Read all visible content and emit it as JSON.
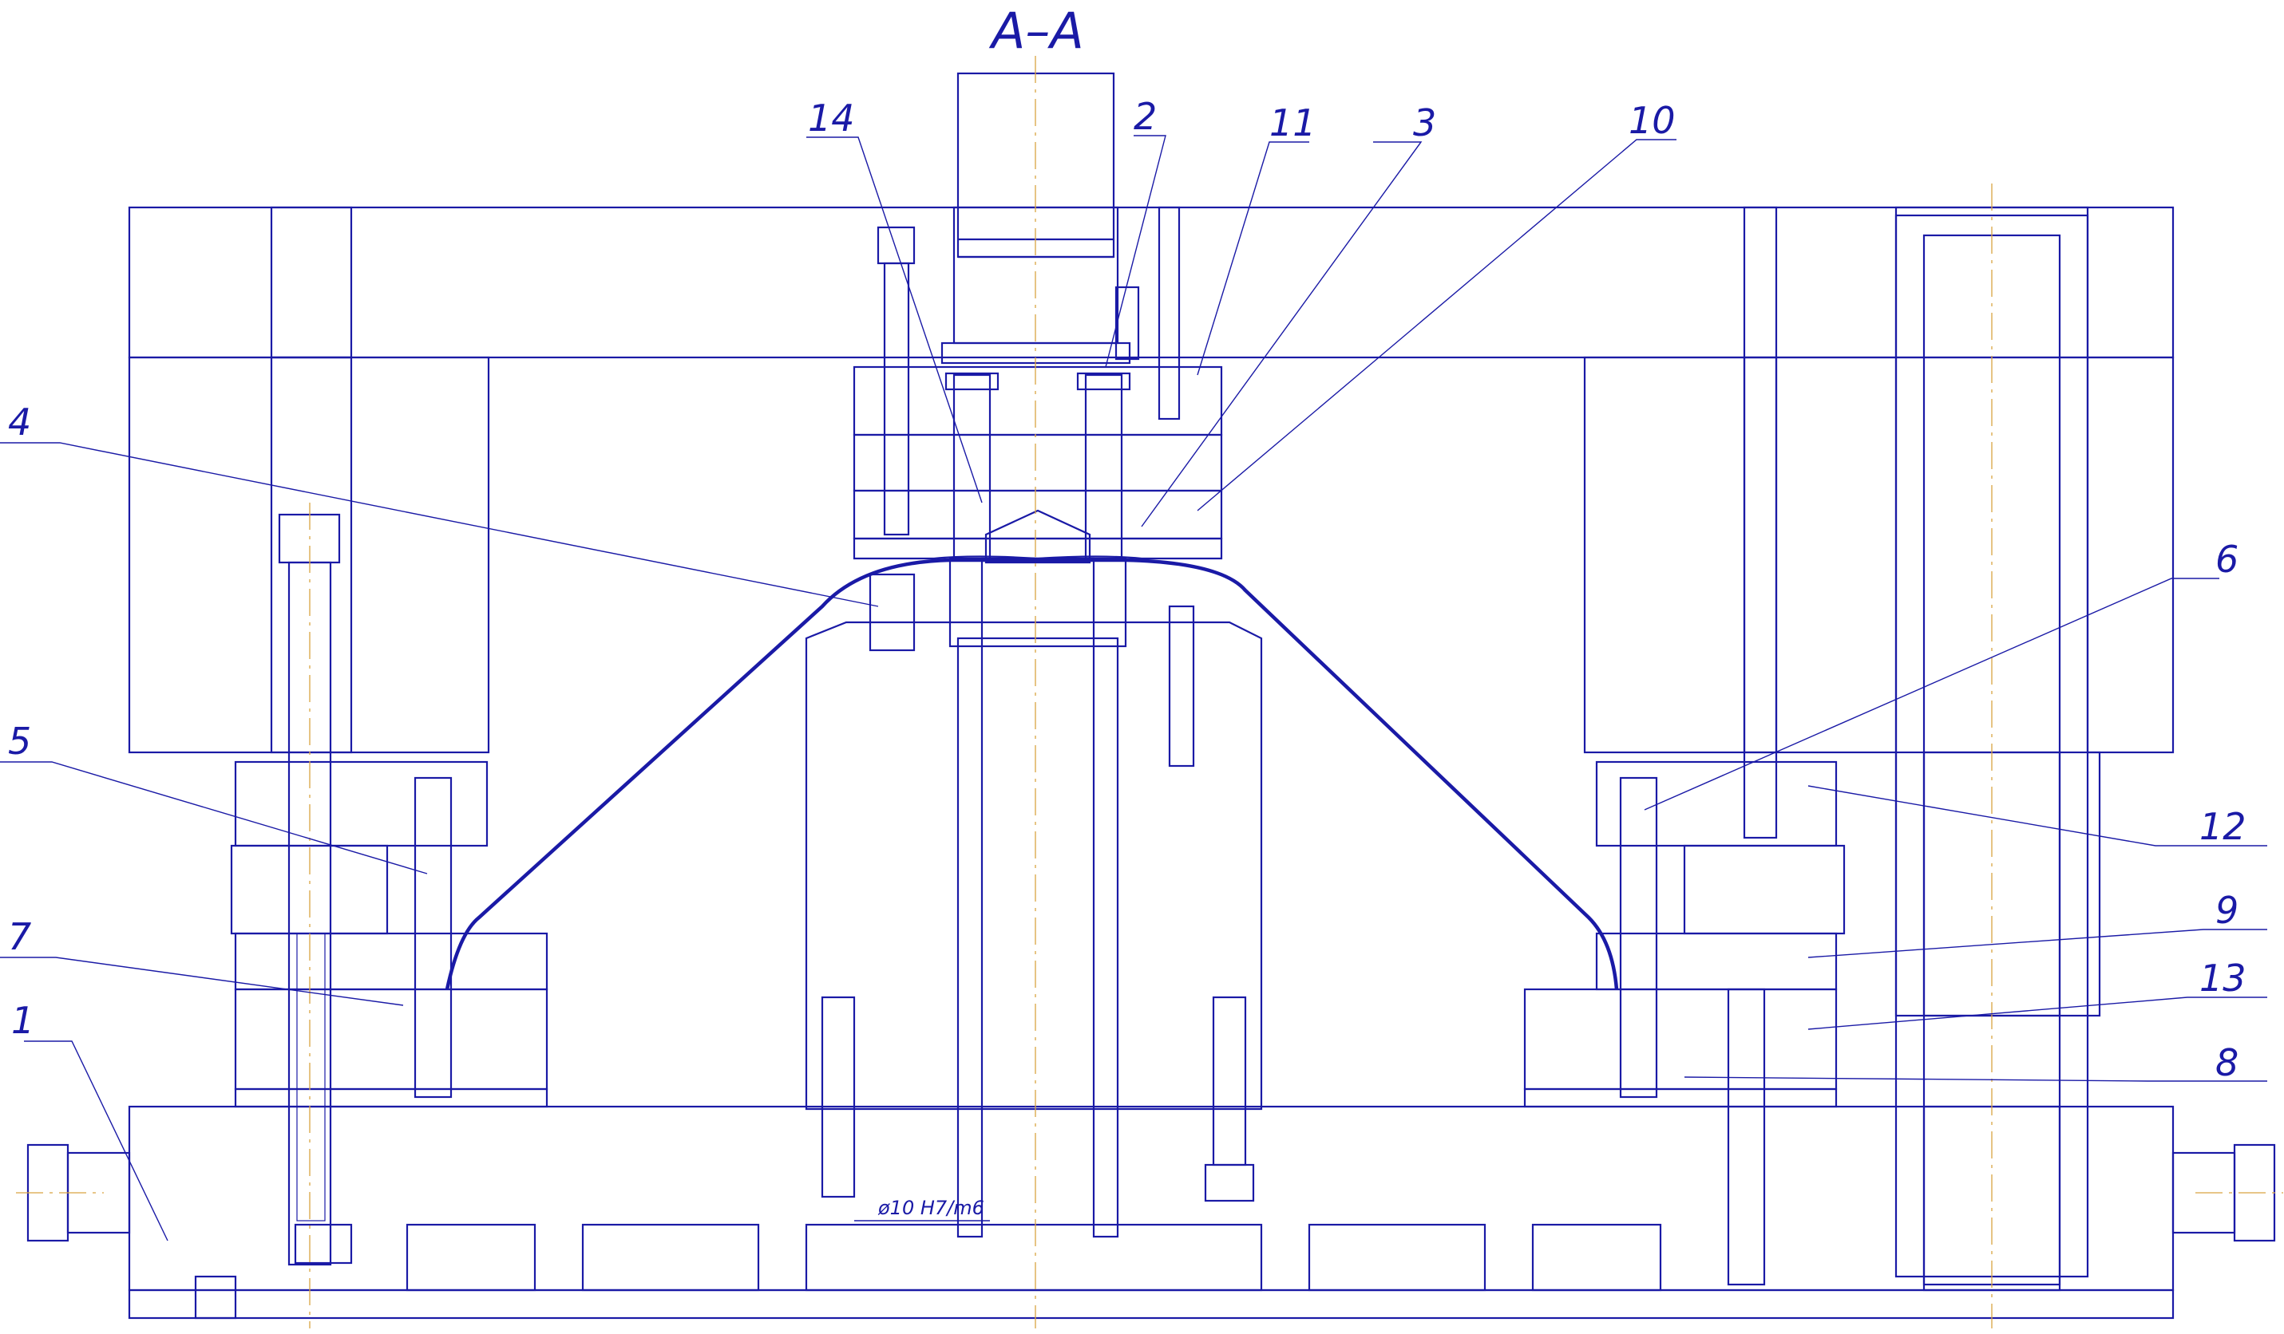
{
  "drawing": {
    "section_title": "A–A",
    "fit_note": "ø10 H7/m6",
    "callouts": [
      {
        "id": "c1",
        "label": "1"
      },
      {
        "id": "c2",
        "label": "2"
      },
      {
        "id": "c3",
        "label": "3"
      },
      {
        "id": "c4",
        "label": "4"
      },
      {
        "id": "c5",
        "label": "5"
      },
      {
        "id": "c6",
        "label": "6"
      },
      {
        "id": "c7",
        "label": "7"
      },
      {
        "id": "c8",
        "label": "8"
      },
      {
        "id": "c9",
        "label": "9"
      },
      {
        "id": "c10",
        "label": "10"
      },
      {
        "id": "c11",
        "label": "11"
      },
      {
        "id": "c12",
        "label": "12"
      },
      {
        "id": "c13",
        "label": "13"
      },
      {
        "id": "c14",
        "label": "14"
      }
    ]
  },
  "colors": {
    "line": "#1a1aa6",
    "blank_part": "#1a1aa6",
    "center_axis": "#d9a441",
    "background": "#ffffff"
  }
}
